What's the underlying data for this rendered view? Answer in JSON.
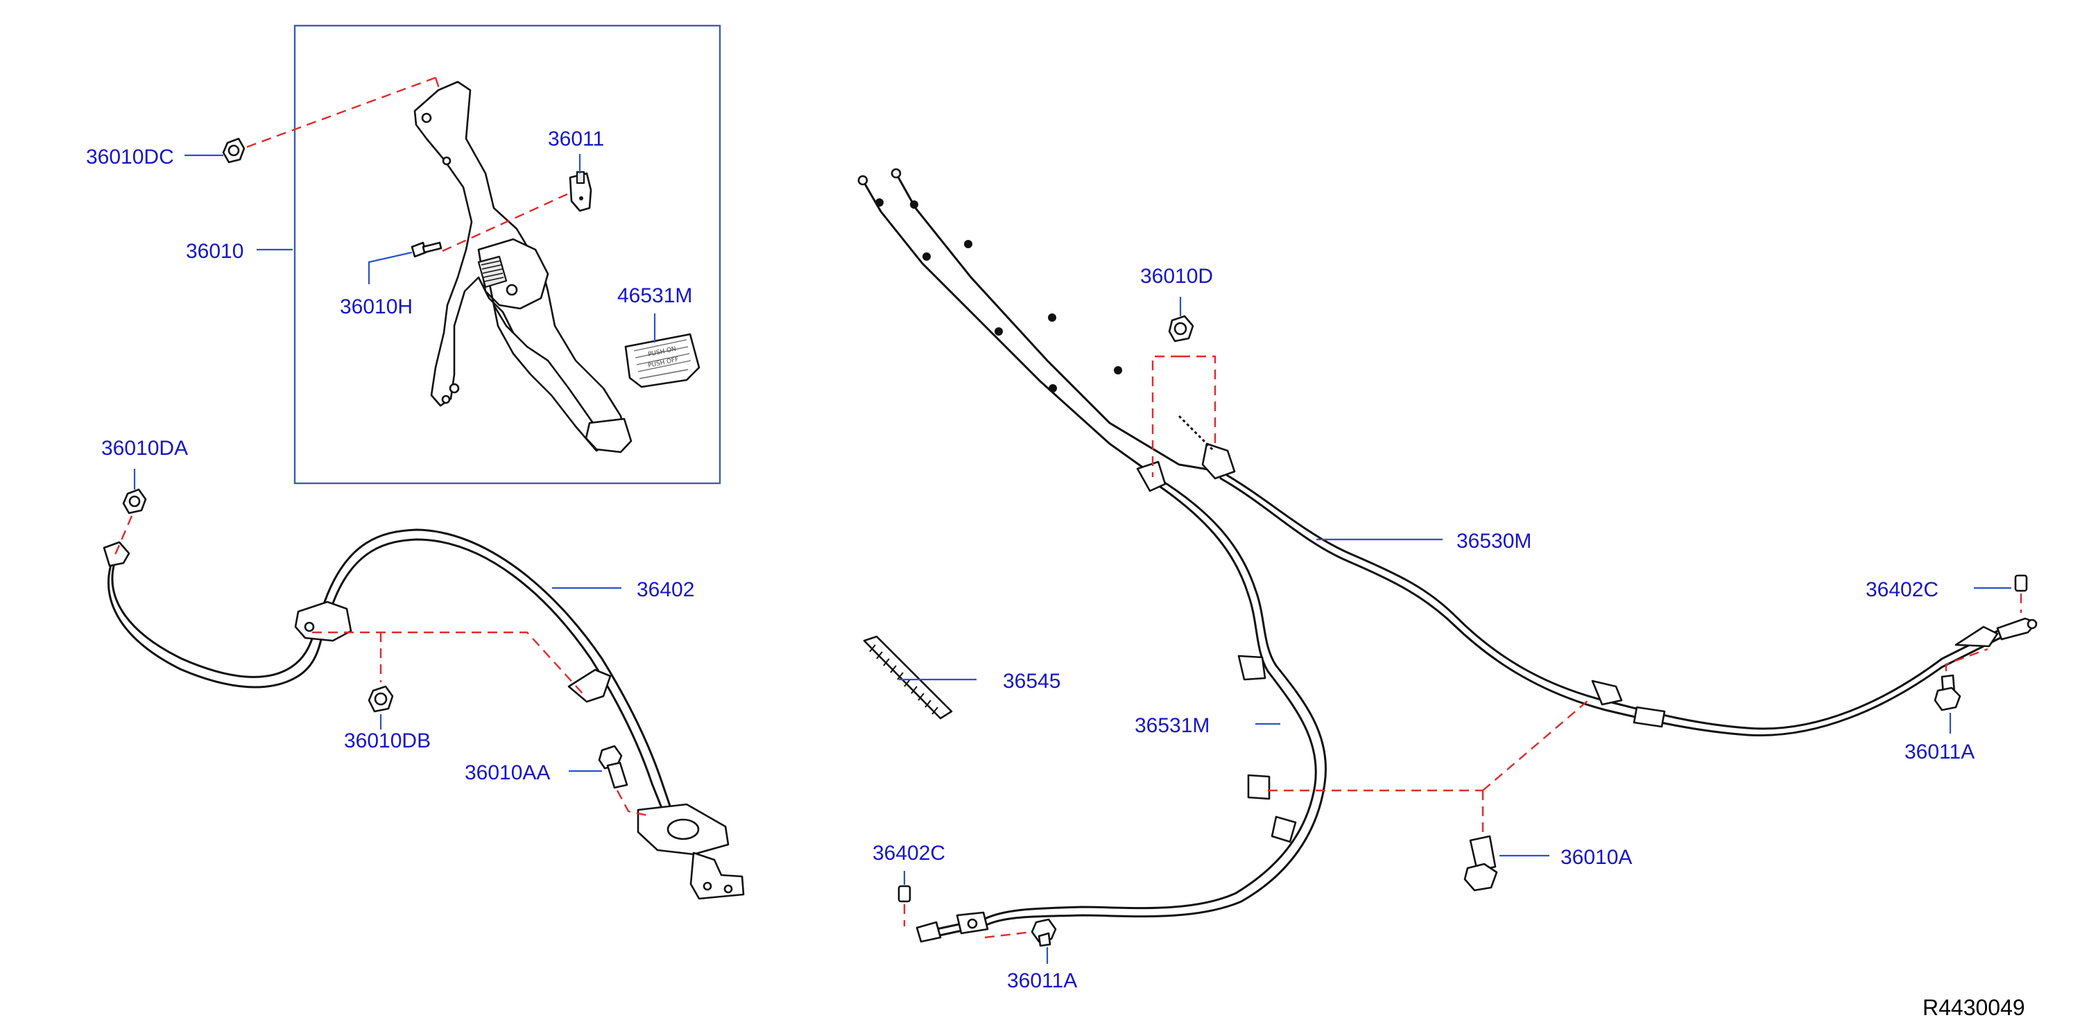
{
  "diagram_code": "R4430049",
  "labels": {
    "p36010DC": "36010DC",
    "p36010": "36010",
    "p36011": "36011",
    "p36010H": "36010H",
    "p46531M": "46531M",
    "p36010DA": "36010DA",
    "p36402": "36402",
    "p36010DB": "36010DB",
    "p36010AA": "36010AA",
    "p36010D": "36010D",
    "p36530M": "36530M",
    "p36545": "36545",
    "p36531M": "36531M",
    "p36402C_right": "36402C",
    "p36011A_right": "36011A",
    "p36010A": "36010A",
    "p36402C_left": "36402C",
    "p36011A_left": "36011A"
  },
  "pad_text": [
    "PUSH ON",
    "PUSH OFF"
  ],
  "colors": {
    "label": "#1515c8",
    "leader": "#2a52c8",
    "dashed_link": "#e02a2a",
    "box": "#3a5fb0",
    "outline": "#111111"
  }
}
